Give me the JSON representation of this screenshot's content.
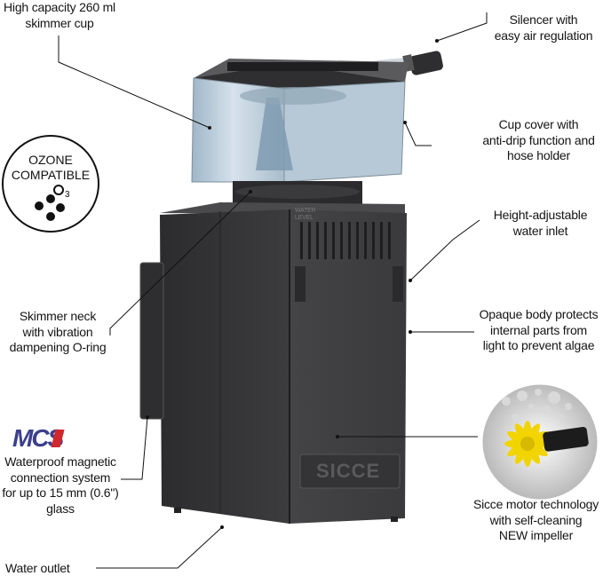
{
  "features": {
    "skimmer_cup": [
      "High capacity 260 ml",
      "skimmer cup"
    ],
    "silencer": [
      "Silencer with",
      "easy air regulation"
    ],
    "cup_cover": [
      "Cup cover with",
      "anti-drip function and",
      "hose holder"
    ],
    "ozone": {
      "line1": "OZONE",
      "line2": "COMPATIBLE",
      "formula": "O",
      "subscript": "3"
    },
    "inlet": [
      "Height-adjustable",
      "water inlet"
    ],
    "neck": [
      "Skimmer neck",
      "with vibration",
      "dampening O-ring"
    ],
    "body": [
      "Opaque body protects",
      "internal parts from",
      "light to prevent algae"
    ],
    "mcs": {
      "logo": "MCS",
      "lines": [
        "Waterproof magnetic",
        "connection system",
        "for up to 15 mm (0.6\")",
        "glass"
      ]
    },
    "motor": [
      "Sicce motor technology",
      "with self-cleaning",
      "NEW impeller"
    ],
    "outlet": [
      "Water outlet"
    ]
  },
  "product": {
    "brand_mark": "SICCE",
    "level_label": [
      "WATER",
      "LEVEL"
    ]
  },
  "colors": {
    "body": "#3a3a3c",
    "body_dark": "#2a2a2c",
    "cup": "#b8ccdc",
    "impeller": "#f2d400"
  }
}
